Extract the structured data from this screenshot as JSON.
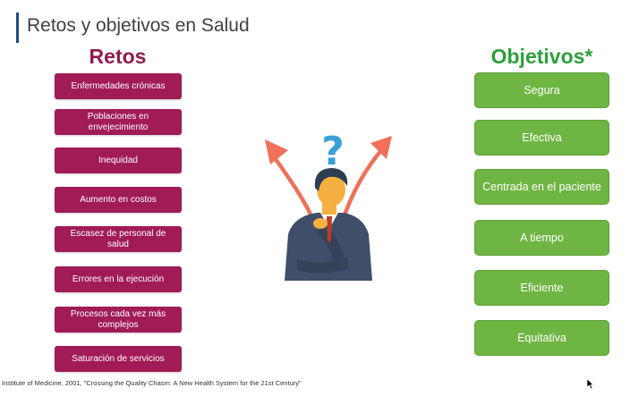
{
  "slide": {
    "title": "Retos y objetivos en Salud"
  },
  "retos": {
    "heading": "Retos",
    "items": [
      "Enfermedades crónicas",
      "Poblaciones en envejecimiento",
      "Inequidad",
      "Aumento en costos",
      "Escasez de personal de salud",
      "Errores en la ejecución",
      "Procesos cada vez más complejos",
      "Saturación de servicios"
    ]
  },
  "objetivos": {
    "heading": "Objetivos*",
    "items": [
      "Segura",
      "Efectiva",
      "Centrada en el paciente",
      "A tiempo",
      "Eficiente",
      "Equitativa"
    ]
  },
  "footer": {
    "citation": "Institute of Medicine, 2001, \"Crossing the Quality Chasm: A New Health System for the 21st Century\""
  },
  "colors": {
    "retos_box": "#a11b56",
    "retos_heading": "#8e1c4f",
    "objetivos_box": "#6fb543",
    "objetivos_heading": "#2e9e3b",
    "arrow": "#f0705a",
    "question_mark": "#3aa0d8"
  },
  "icons": {
    "illustration": "thinking-man-icon",
    "cursor": "mouse-pointer-icon"
  }
}
